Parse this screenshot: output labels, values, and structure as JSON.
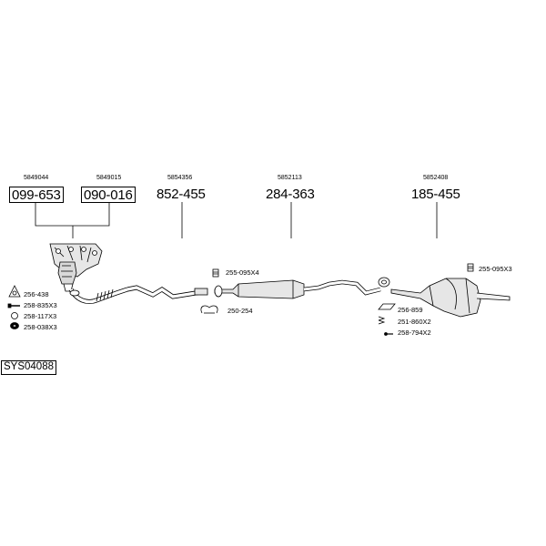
{
  "diagram": {
    "system_code": "SYS04088",
    "parts": [
      {
        "oe_number": "5849044",
        "part_number": "099-653",
        "boxed": true
      },
      {
        "oe_number": "5849015",
        "part_number": "090-016",
        "boxed": true
      },
      {
        "oe_number": "5854356",
        "part_number": "852-455",
        "boxed": false
      },
      {
        "oe_number": "5852113",
        "part_number": "284-363",
        "boxed": false
      },
      {
        "oe_number": "5852408",
        "part_number": "185-455",
        "boxed": false
      }
    ],
    "fittings": [
      {
        "code": "256-438"
      },
      {
        "code": "258-835X3"
      },
      {
        "code": "258-117X3"
      },
      {
        "code": "258-038X3"
      },
      {
        "code": "255-095X4"
      },
      {
        "code": "250-254"
      },
      {
        "code": "256-859"
      },
      {
        "code": "251-860X2"
      },
      {
        "code": "258-794X2"
      },
      {
        "code": "255-095X3"
      }
    ]
  }
}
